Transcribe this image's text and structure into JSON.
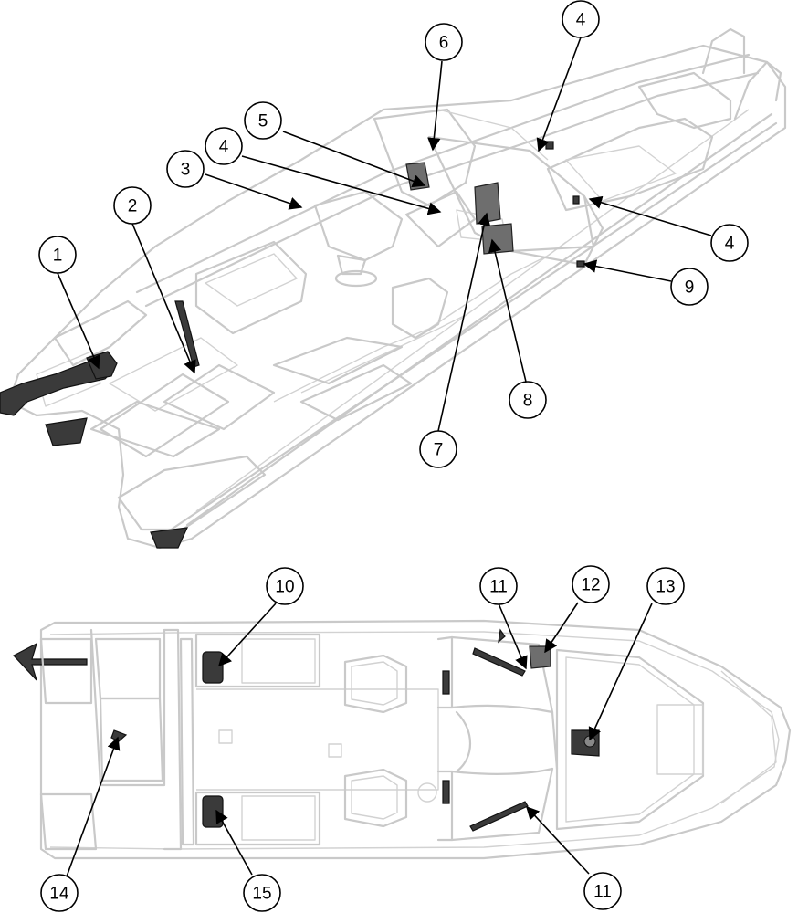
{
  "diagram": {
    "callouts": [
      {
        "id": "c1",
        "label": "1"
      },
      {
        "id": "c2",
        "label": "2"
      },
      {
        "id": "c3",
        "label": "3"
      },
      {
        "id": "c4a",
        "label": "4"
      },
      {
        "id": "c4b",
        "label": "4"
      },
      {
        "id": "c4c",
        "label": "4"
      },
      {
        "id": "c5",
        "label": "5"
      },
      {
        "id": "c6",
        "label": "6"
      },
      {
        "id": "c7",
        "label": "7"
      },
      {
        "id": "c8",
        "label": "8"
      },
      {
        "id": "c9",
        "label": "9"
      },
      {
        "id": "c10",
        "label": "10"
      },
      {
        "id": "c11a",
        "label": "11"
      },
      {
        "id": "c11b",
        "label": "11"
      },
      {
        "id": "c12",
        "label": "12"
      },
      {
        "id": "c13",
        "label": "13"
      },
      {
        "id": "c14",
        "label": "14"
      },
      {
        "id": "c15",
        "label": "15"
      }
    ]
  }
}
